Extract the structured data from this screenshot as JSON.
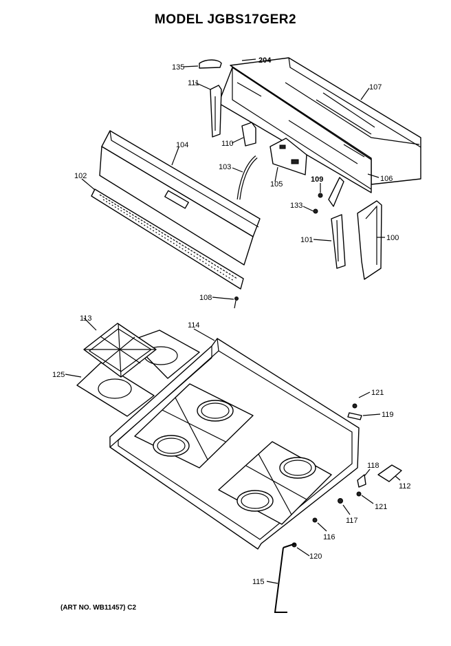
{
  "title": "MODEL JGBS17GER2",
  "art_no": "(ART NO. WB11457) C2",
  "parts": [
    {
      "id": "p135",
      "text": "135"
    },
    {
      "id": "p204",
      "text": "204"
    },
    {
      "id": "p107",
      "text": "107"
    },
    {
      "id": "p111",
      "text": "111"
    },
    {
      "id": "p104",
      "text": "104"
    },
    {
      "id": "p110",
      "text": "110"
    },
    {
      "id": "p103",
      "text": "103"
    },
    {
      "id": "p105",
      "text": "105"
    },
    {
      "id": "p109",
      "text": "109"
    },
    {
      "id": "p106",
      "text": "106"
    },
    {
      "id": "p102",
      "text": "102"
    },
    {
      "id": "p133",
      "text": "133"
    },
    {
      "id": "p100",
      "text": "100"
    },
    {
      "id": "p101",
      "text": "101"
    },
    {
      "id": "p108",
      "text": "108"
    },
    {
      "id": "p113",
      "text": "113"
    },
    {
      "id": "p114",
      "text": "114"
    },
    {
      "id": "p125",
      "text": "125"
    },
    {
      "id": "p121a",
      "text": "121"
    },
    {
      "id": "p119",
      "text": "119"
    },
    {
      "id": "p118",
      "text": "118"
    },
    {
      "id": "p112",
      "text": "112"
    },
    {
      "id": "p121b",
      "text": "121"
    },
    {
      "id": "p117",
      "text": "117"
    },
    {
      "id": "p116",
      "text": "116"
    },
    {
      "id": "p120",
      "text": "120"
    },
    {
      "id": "p115",
      "text": "115"
    }
  ]
}
